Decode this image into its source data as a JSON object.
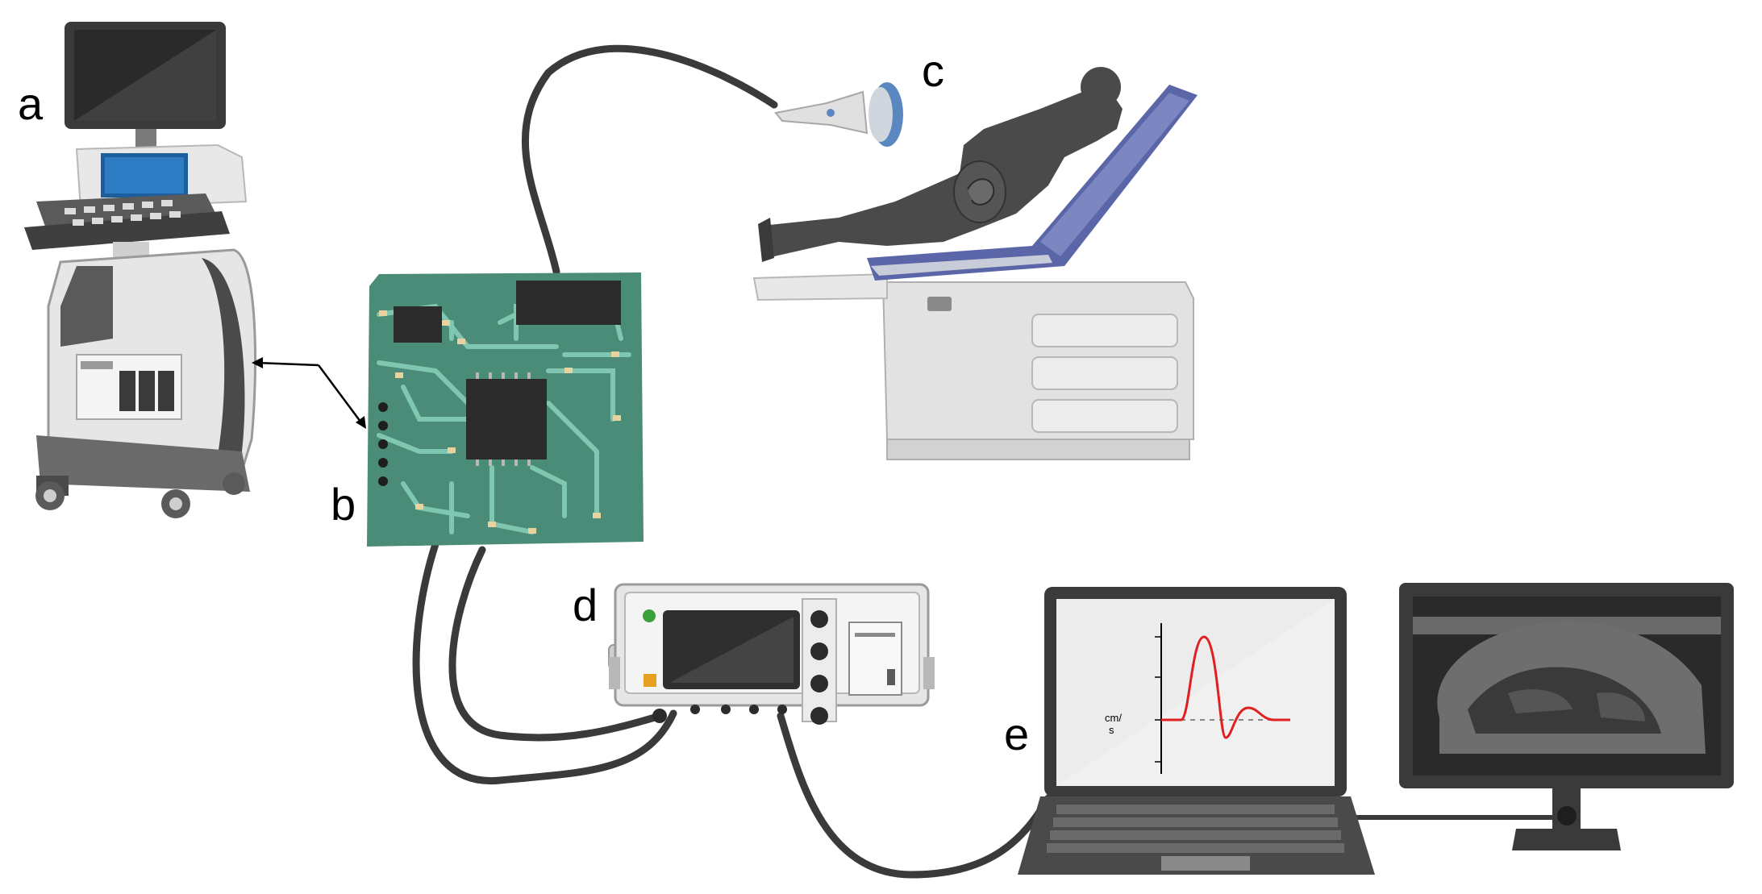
{
  "labels": {
    "a": "a",
    "b": "b",
    "c": "c",
    "d": "d",
    "e": "e"
  },
  "laptop_screen": {
    "unit_label_top": "cm/",
    "unit_label_bottom": "s"
  },
  "colors": {
    "cable": "#333333",
    "pcb": "#4a8c78",
    "pcb_trace": "#7fc7b0",
    "chip": "#2b2b2b",
    "chair_pad": "#5b66a8",
    "patient": "#4a4a4a",
    "waveform": "#e02020",
    "device_gray": "#dcdcdc"
  },
  "icons": [
    "ultrasound-machine-icon",
    "circuit-board-icon",
    "ultrasound-probe-icon",
    "patient-on-exam-chair-icon",
    "signal-generator-icon",
    "laptop-icon",
    "external-monitor-icon"
  ]
}
